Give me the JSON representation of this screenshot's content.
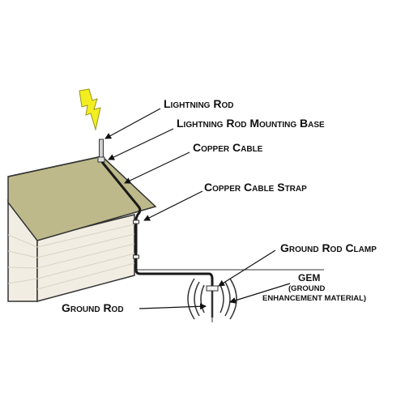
{
  "labels": {
    "lightning_rod": "Lightning Rod",
    "mounting_base": "Lightning Rod Mounting Base",
    "copper_cable": "Copper Cable",
    "cable_strap": "Copper Cable Strap",
    "ground_rod_clamp": "Ground Rod Clamp",
    "gem": "GEM",
    "gem_line1": "(GROUND",
    "gem_line2": "ENHANCEMENT MATERIAL)",
    "ground_rod": "Ground Rod"
  },
  "colors": {
    "roof": "#bdb98a",
    "wall": "#f1ede2",
    "cable": "#1a1a1a",
    "bolt": "#f2ee1f",
    "rod": "#cfcfcf",
    "outline": "#333333"
  }
}
